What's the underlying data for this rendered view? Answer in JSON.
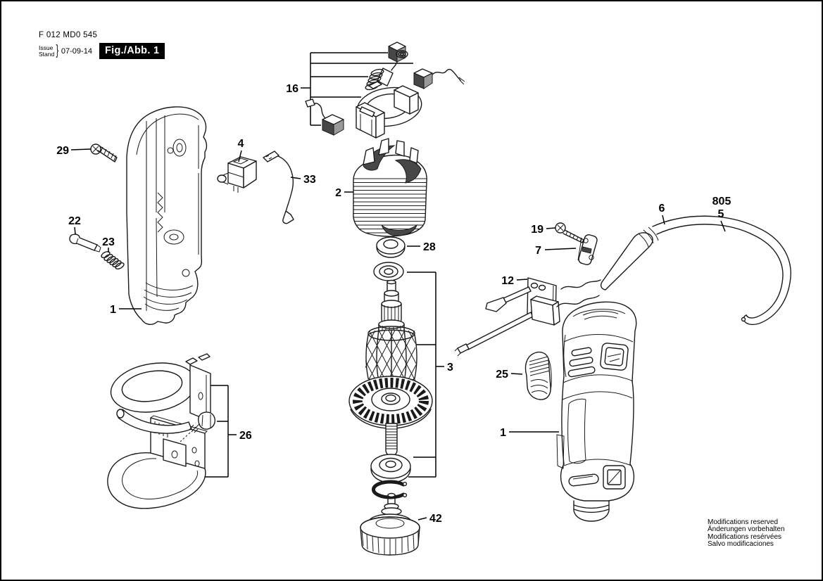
{
  "header": {
    "part_number": "F 012 MD0 545",
    "issue_label": "Issue",
    "stand_label": "Stand",
    "brace": "}",
    "issue_date": "07-09-14",
    "figure_label": "Fig./Abb. 1"
  },
  "footer": {
    "lines": [
      "Modifications reserved",
      "Änderungen vorbehalten",
      "Modifications resérvées",
      "Salvo modificaciones"
    ]
  },
  "diagram": {
    "callouts": [
      {
        "label": "29"
      },
      {
        "label": "22"
      },
      {
        "label": "23"
      },
      {
        "label": "1"
      },
      {
        "label": "4"
      },
      {
        "label": "33"
      },
      {
        "label": "16"
      },
      {
        "label": "2"
      },
      {
        "label": "28"
      },
      {
        "label": "3"
      },
      {
        "label": "42"
      },
      {
        "label": "26"
      },
      {
        "label": "19"
      },
      {
        "label": "7"
      },
      {
        "label": "12"
      },
      {
        "label": "25"
      },
      {
        "label": "1"
      },
      {
        "label": "6"
      },
      {
        "label": "805"
      },
      {
        "label": "5"
      }
    ]
  }
}
